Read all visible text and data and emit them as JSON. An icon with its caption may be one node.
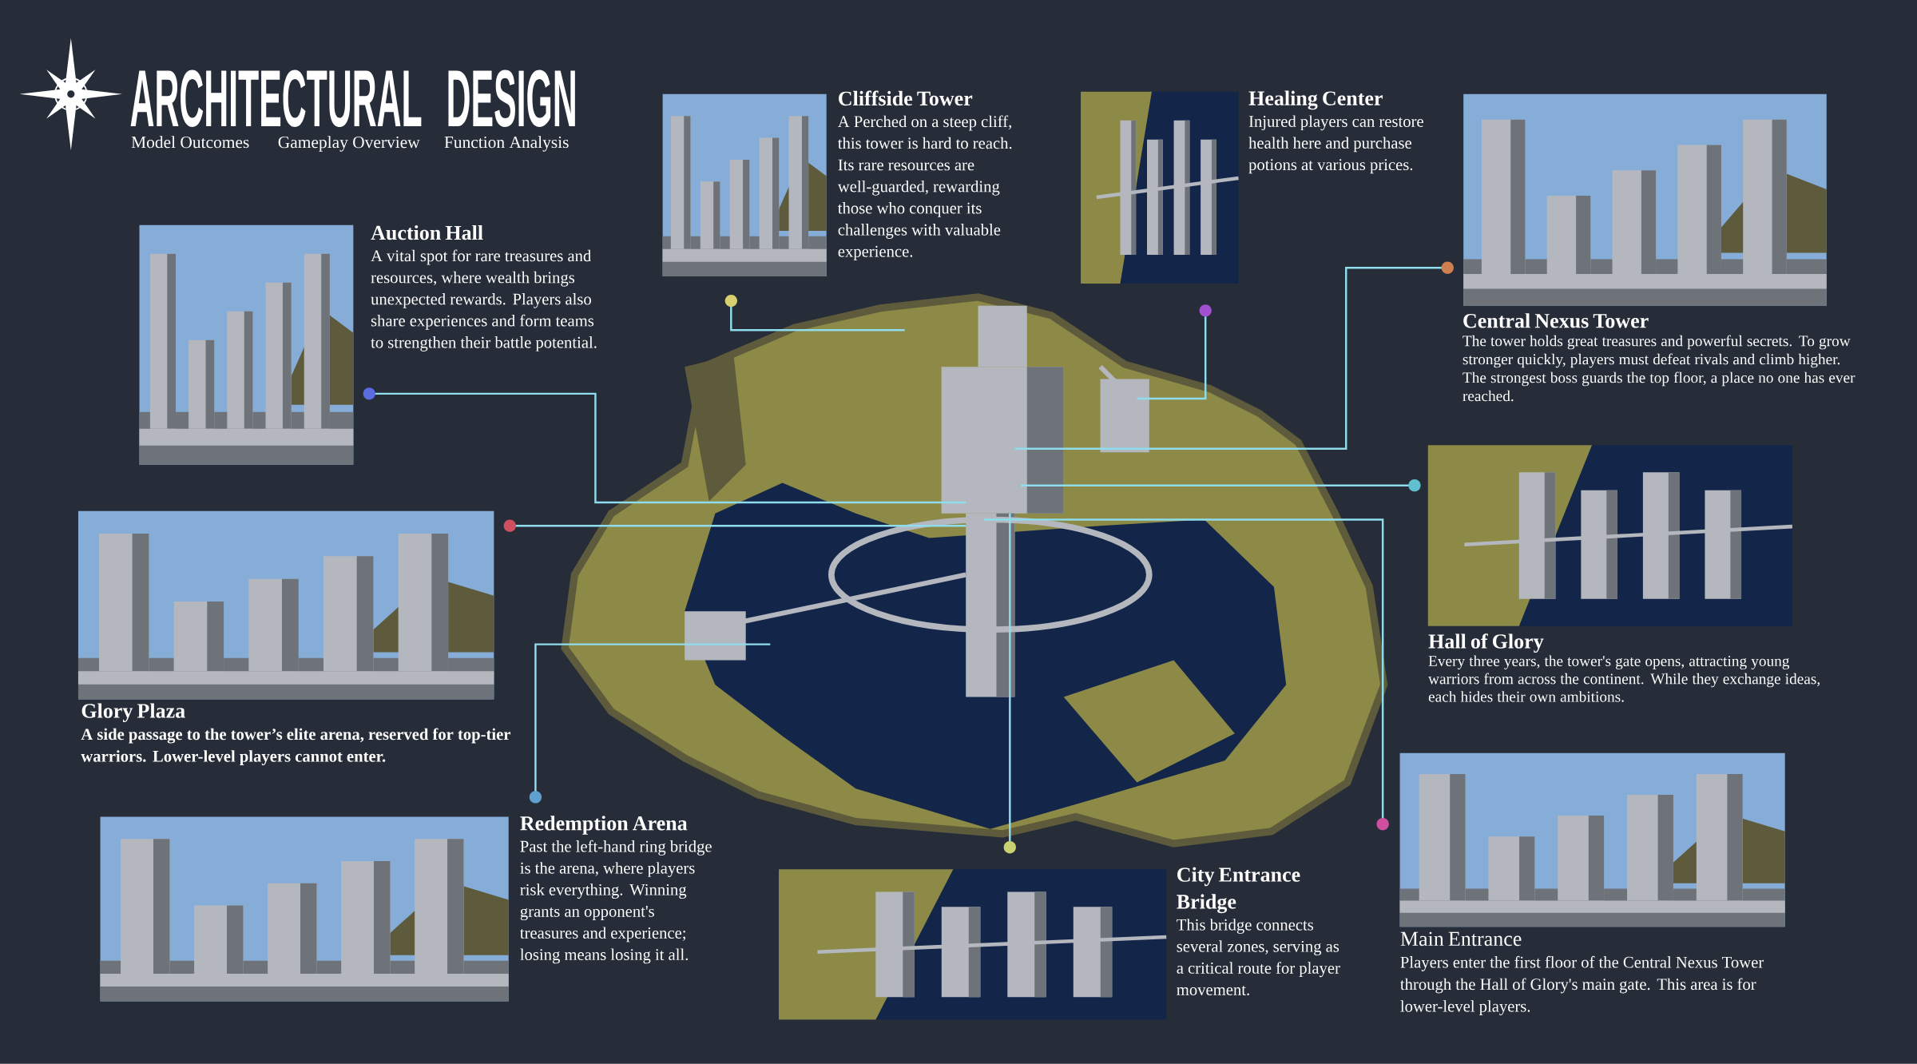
{
  "diagram": {
    "title": "ARCHITECTURAL DESIGN",
    "nodes": [
      {
        "text": [],
        "shape": "picture"
      },
      {
        "text": [
          "Auction Hall",
          "A vital spot for rare treasures and resources, where wealth brings unexpected rewards. Players also share experiences and form teams to strengthen their battle potential."
        ]
      },
      {
        "text": [
          "Cliffside Tower",
          "A Perched on a steep cliff, this tower is hard to reach. Its rare resources are well-guarded, rewarding those who conquer its challenges with valuable experience."
        ]
      },
      {
        "text": [
          "Healing Center",
          "Injured players can restore health here and purchase potions at various prices."
        ]
      },
      {
        "text": [
          "Central Nexus Tower",
          "The tower holds great treasures and powerful secrets. To grow stronger quickly, players must defeat rivals and climb higher. The strongest boss guards the top floor, a place no one has ever reached."
        ]
      },
      {
        "text": [
          "Hall of Glory",
          "Every three years, the tower's gate opens, attracting young warriors from across the continent. While they exchange ideas, each hides their own ambitions."
        ]
      },
      {
        "text": [
          "Glory Plaza",
          "A side passage to the tower’s elite arena, reserved for top-tier warriors. Lower-level players cannot enter."
        ]
      },
      {
        "text": [
          "Redemption Arena",
          "Past the left-hand ring bridge is the arena, where players risk everything. Winning grants an opponent's treasures and experience; losing means losing it all."
        ]
      },
      {
        "text": [
          "City Entrance Bridge",
          "This bridge connects several zones, serving as a critical route for player movement."
        ]
      },
      {
        "text": [
          "Main Entrance",
          "Players enter the first floor of the Central Nexus Tower through the Hall of Glory's main gate. This area is for lower-level players."
        ]
      }
    ],
    "edges": [
      {
        "from": 1,
        "to": 0,
        "arrow": "other"
      },
      {
        "from": 2,
        "to": 0,
        "arrow": "other"
      },
      {
        "from": 3,
        "to": 0,
        "arrow": "other"
      },
      {
        "from": 4,
        "to": 0,
        "arrow": "other"
      },
      {
        "from": 5,
        "to": 0,
        "arrow": "other"
      },
      {
        "from": 6,
        "to": 0,
        "arrow": "other"
      },
      {
        "from": 7,
        "to": 0,
        "arrow": "other"
      },
      {
        "from": 8,
        "to": 0,
        "arrow": "other"
      },
      {
        "from": 9,
        "to": 0,
        "arrow": "other"
      }
    ],
    "labels": [
      "Model Outcomes",
      "Gameplay Overview",
      "Function Analysis"
    ]
  }
}
